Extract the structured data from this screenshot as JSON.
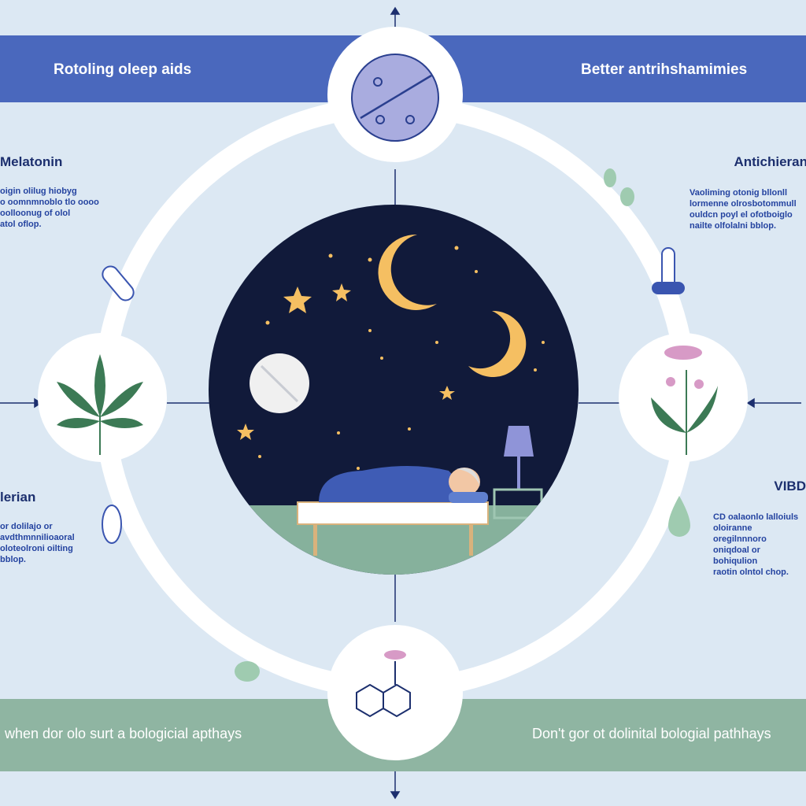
{
  "banners": {
    "top_left": "Rotoling oleep aids",
    "top_right": "Better antrihshamimies",
    "bottom_left": "when dor olo surt a bologicial apthays",
    "bottom_right": "Don't gor ot dolinital bologial pathhays"
  },
  "sections": [
    {
      "title": "Melatonin",
      "lines": [
        "oigin olilug hiobyg",
        "o oomnmnoblo tlo oooo",
        "oolloonug of olol",
        "atol oflop."
      ]
    },
    {
      "title": "Antichieran",
      "lines": [
        "Vaoliming otonig bllonll",
        "lormenne olrosbotommull",
        "ouldcn poyl el ofotboiglo",
        "nailte olfolalni bblop."
      ]
    },
    {
      "title": "lerian",
      "lines": [
        "or dolilajo or",
        "avdthmnnilioaoral",
        "oloteolroni oilting",
        "bblop."
      ]
    },
    {
      "title": "VIBD",
      "lines": [
        "CD oalaonlo lalloiuls",
        "oloiranne oregilnnnoro",
        "oniqdoal or bohiqulion",
        "raotin olntol chop."
      ]
    }
  ],
  "colors": {
    "top_band": "#4a68bd",
    "bottom_band": "#8fb5a2",
    "night_sky": "#111a3a",
    "ground": "#86b19c",
    "background": "#dce8f3"
  }
}
